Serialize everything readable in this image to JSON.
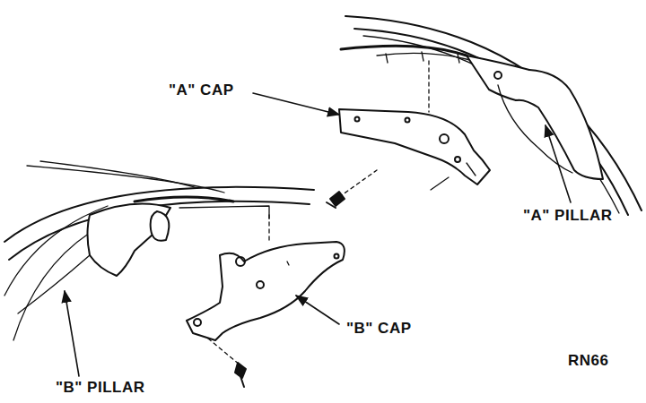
{
  "diagram": {
    "labels": [
      "\"A\" CAP",
      "\"A\" PILLAR",
      "\"B\" CAP",
      "\"B\" PILLAR",
      "RN66"
    ]
  }
}
